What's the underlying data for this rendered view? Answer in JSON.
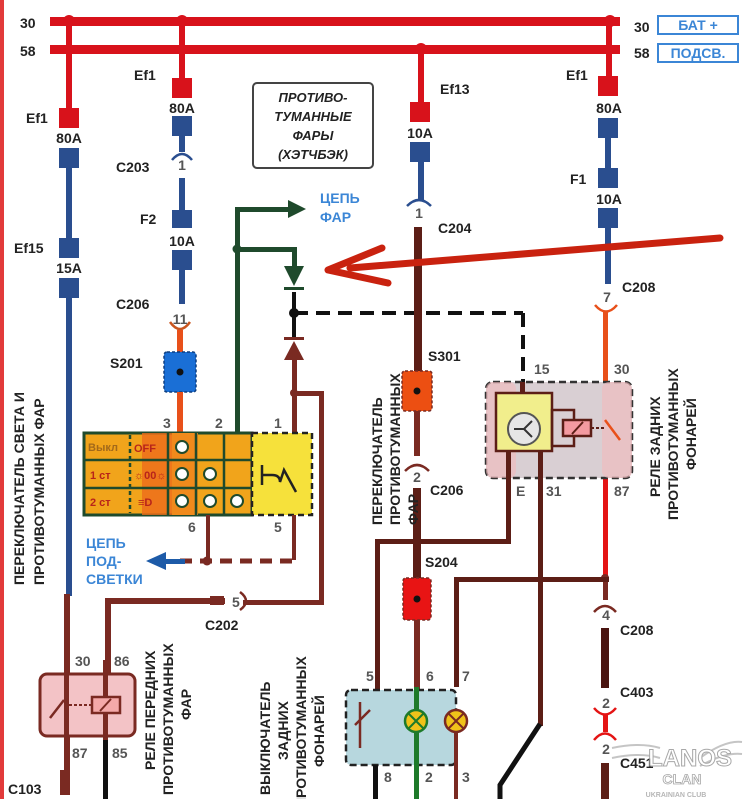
{
  "title": {
    "line1": "ПРОТИВО-",
    "line2": "ТУМАННЫЕ",
    "line3": "ФАРЫ",
    "line4": "(ХЭТЧБЭК)"
  },
  "buses": [
    {
      "number": "30",
      "tag": "БАТ +",
      "color": "#d8121b"
    },
    {
      "number": "58",
      "tag": "ПОДСВ.",
      "color": "#d8121b"
    }
  ],
  "fuses": {
    "ef1_left": {
      "name": "Ef1",
      "rating": "80A"
    },
    "ef15": {
      "name": "Ef15",
      "rating": "15A"
    },
    "ef1_mid": {
      "name": "Ef1",
      "rating": "80A"
    },
    "f2": {
      "name": "F2",
      "rating": "10A"
    },
    "ef13": {
      "name": "Ef13",
      "rating": "10A"
    },
    "ef1_right": {
      "name": "Ef1",
      "rating": "80A"
    },
    "f1": {
      "name": "F1",
      "rating": "10A"
    }
  },
  "connectors": {
    "c203": {
      "name": "C203",
      "pin": "1"
    },
    "c206_top": {
      "name": "C206",
      "pin": "11"
    },
    "c204": {
      "name": "C204",
      "pin": "1"
    },
    "c208_top": {
      "name": "C208",
      "pin": "7"
    },
    "c206_mid": {
      "name": "C206",
      "pin": "2"
    },
    "c202": {
      "name": "C202",
      "pin": "5"
    },
    "c208_bot": {
      "name": "C208",
      "pin": "4"
    },
    "c403": {
      "name": "C403",
      "pin": "2"
    },
    "c451": {
      "name": "C451",
      "pin": "2"
    },
    "c103": {
      "name": "C103"
    }
  },
  "splices": {
    "s201": "S201",
    "s301": "S301",
    "s204": "S204"
  },
  "light_switch": {
    "pins": {
      "p1": "1",
      "p2": "2",
      "p3": "3",
      "p5": "5",
      "p6": "6"
    },
    "rows": [
      {
        "label": "Выкл",
        "mode": "OFF"
      },
      {
        "label": "1 ст",
        "mode": "☼00☼"
      },
      {
        "label": "2 ст",
        "mode": "≡D"
      }
    ]
  },
  "arrows": {
    "head_circuit": {
      "line1": "ЦЕПЬ",
      "line2": "ФАР"
    },
    "backlight_circuit": {
      "line1": "ЦЕПЬ",
      "line2": "ПОД-",
      "line3": "СВЕТКИ"
    }
  },
  "rear_relay": {
    "pins": {
      "p15": "15",
      "p30": "30",
      "pE": "E",
      "p31": "31",
      "p87": "87"
    }
  },
  "front_relay": {
    "pins": {
      "p30": "30",
      "p86": "86",
      "p87": "87",
      "p85": "85"
    }
  },
  "rear_switch": {
    "pins": {
      "p5": "5",
      "p6": "6",
      "p7": "7",
      "p8": "8",
      "p2": "2",
      "p3": "3"
    }
  },
  "vertical_labels": {
    "light_switch_l1": "ПЕРЕКЛЮЧАТЕЛЬ СВЕТА И",
    "light_switch_l2": "ПРОТИВОТУМАННЫХ ФАР",
    "fog_switch_l1": "ПЕРЕКЛЮЧАТЕЛЬ",
    "fog_switch_l2": "ПРОТИВОТУМАННЫХ",
    "fog_switch_l3": "ФАР",
    "rear_relay_l1": "РЕЛЕ ЗАДНИХ",
    "rear_relay_l2": "ПРОТИВОТУМАННЫХ",
    "rear_relay_l3": "ФОНАРЕЙ",
    "front_relay_l1": "РЕЛЕ ПЕРЕДНИХ",
    "front_relay_l2": "ПРОТИВОТУМАННЫХ",
    "front_relay_l3": "ФАР",
    "rear_switch_l1": "ВЫКЛЮЧАТЕЛЬ",
    "rear_switch_l2": "ЗАДНИХ",
    "rear_switch_l3": "ПРОТИВОТУМАННЫХ",
    "rear_switch_l4": "ФОНАРЕЙ"
  },
  "watermark": {
    "brand": "LANOS",
    "sub": "CLAN",
    "tagline": "UKRAINIAN CLUB"
  },
  "colors": {
    "bus_red": "#d8121b",
    "wire_blue": "#2a4e8f",
    "wire_brown": "#7a2a22",
    "wire_green": "#1f4a2c",
    "wire_orange": "#e8501a",
    "label_blue": "#3b86d6",
    "annotation_arrow": "#c9220f"
  }
}
